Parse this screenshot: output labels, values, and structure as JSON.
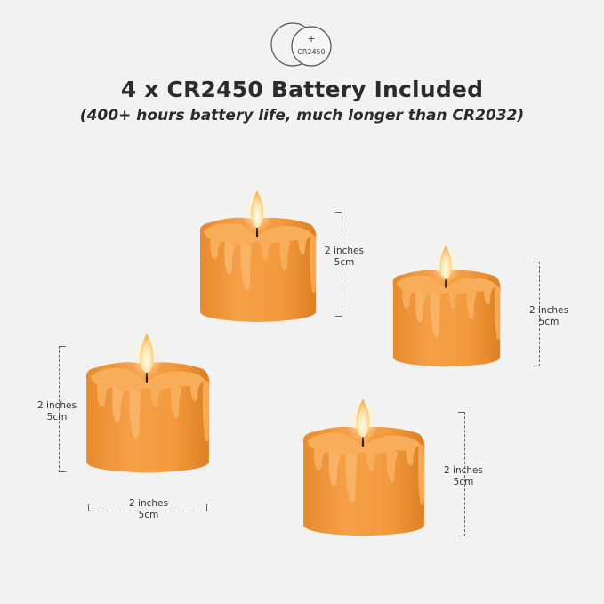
{
  "battery": {
    "label": "CR2450",
    "plus": "+"
  },
  "title": "4 x CR2450 Battery Included",
  "subtitle": "(400+ hours battery life, much longer than CR2032)",
  "colors": {
    "candle": "#f39a3c",
    "candle_shadow": "#e0842a",
    "candle_light": "#f7ad5a",
    "flame": "#fde9b8"
  },
  "candles": [
    {
      "id": "top-center",
      "height_label": "2 inches",
      "height_metric": "5cm"
    },
    {
      "id": "right",
      "height_label": "2 inches",
      "height_metric": "5cm"
    },
    {
      "id": "left",
      "height_label": "2 inches",
      "height_metric": "5cm",
      "width_label": "2 inches",
      "width_metric": "5cm"
    },
    {
      "id": "bottom-center",
      "height_label": "2 inches",
      "height_metric": "5cm"
    }
  ]
}
